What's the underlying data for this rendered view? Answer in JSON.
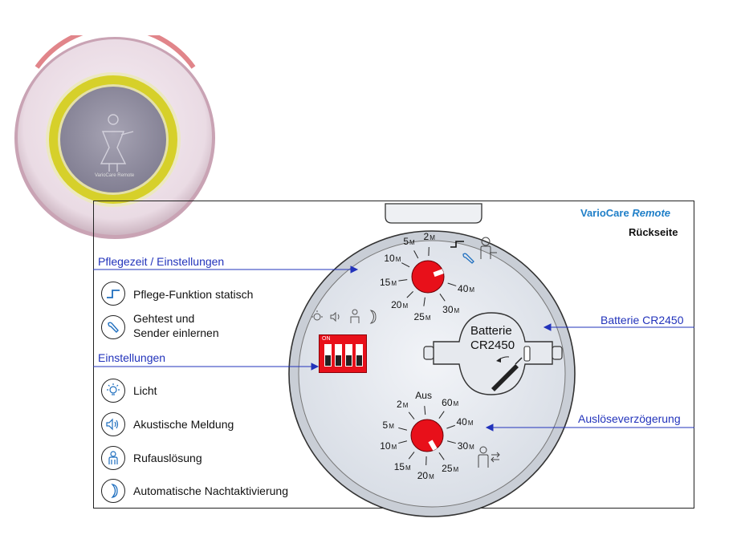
{
  "device": {
    "label": "VarioCare Remote"
  },
  "header": {
    "brand": "VarioCare",
    "brand_italic": "Remote",
    "subtitle": "Rückseite"
  },
  "callouts": {
    "pflegezeit": "Pflegezeit / Einstellungen",
    "einstellungen": "Einstellungen",
    "batterie": "Batterie CR2450",
    "ausloese": "Auslöseverzögerung"
  },
  "legend_top": [
    {
      "icon": "step-signal-icon",
      "label": "Pflege-Funktion statisch"
    },
    {
      "icon": "wrench-icon",
      "label_line1": "Gehtest und",
      "label_line2": "Sender einlernen"
    }
  ],
  "legend_bottom": [
    {
      "icon": "light-bulb-icon",
      "label": "Licht"
    },
    {
      "icon": "speaker-icon",
      "label": "Akustische Meldung"
    },
    {
      "icon": "person-icon",
      "label": "Rufauslösung"
    },
    {
      "icon": "moon-icon",
      "label": "Automatische Nachtaktivierung"
    }
  ],
  "battery": {
    "line1": "Batterie",
    "line2": "CR2450"
  },
  "dip_switch": {
    "label": "ON",
    "count": 4
  },
  "dial_top": {
    "unit": "M",
    "labels": [
      {
        "value": "2",
        "unit": "M"
      },
      {
        "value": "5",
        "unit": "M"
      },
      {
        "value": "10",
        "unit": "M"
      },
      {
        "value": "15",
        "unit": "M"
      },
      {
        "value": "20",
        "unit": "M"
      },
      {
        "value": "25",
        "unit": "M"
      },
      {
        "value": "30",
        "unit": "M"
      },
      {
        "value": "40",
        "unit": "M"
      }
    ]
  },
  "dial_bottom": {
    "labels": [
      {
        "value": "Aus",
        "unit": ""
      },
      {
        "value": "60",
        "unit": "M"
      },
      {
        "value": "40",
        "unit": "M"
      },
      {
        "value": "30",
        "unit": "M"
      },
      {
        "value": "25",
        "unit": "M"
      },
      {
        "value": "20",
        "unit": "M"
      },
      {
        "value": "15",
        "unit": "M"
      },
      {
        "value": "10",
        "unit": "M"
      },
      {
        "value": "5",
        "unit": "M"
      },
      {
        "value": "2",
        "unit": "M"
      }
    ]
  },
  "colors": {
    "accent_blue": "#1f7fc8",
    "callout_blue": "#2233bb",
    "dial_red": "#e8101a",
    "ring_yellow": "#d4cc2a"
  }
}
